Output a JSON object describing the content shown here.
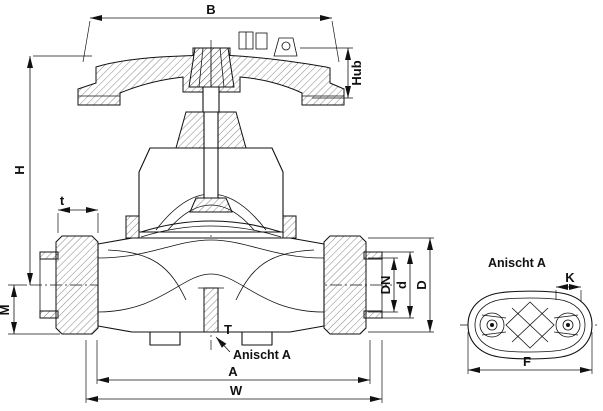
{
  "drawing": {
    "background": "#ffffff",
    "line_color": "#111111",
    "dims": {
      "B": "B",
      "Hub": "Hub",
      "H": "H",
      "t": "t",
      "M": "M",
      "DN": "DN",
      "d": "d",
      "D": "D",
      "A": "A",
      "W": "W",
      "T": "T",
      "K": "K",
      "F": "F"
    },
    "views": {
      "main_callout": "Anischt A",
      "side_title": "Anischt A"
    }
  }
}
